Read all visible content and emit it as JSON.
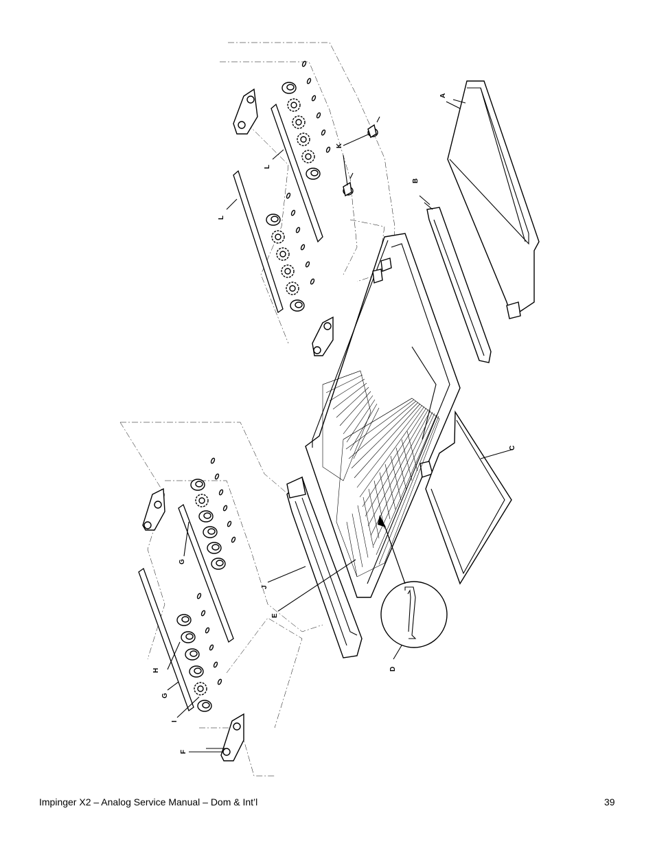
{
  "footer": {
    "manual_title": "Impinger X2 – Analog Service Manual – Dom & Int’l",
    "page_number": "39"
  },
  "callouts": {
    "A": "A",
    "B": "B",
    "C": "C",
    "D": "D",
    "E": "E",
    "F": "F",
    "G1": "G",
    "G2": "G",
    "H": "H",
    "I": "I",
    "J": "J",
    "K": "K",
    "L1": "L",
    "L2": "L"
  }
}
